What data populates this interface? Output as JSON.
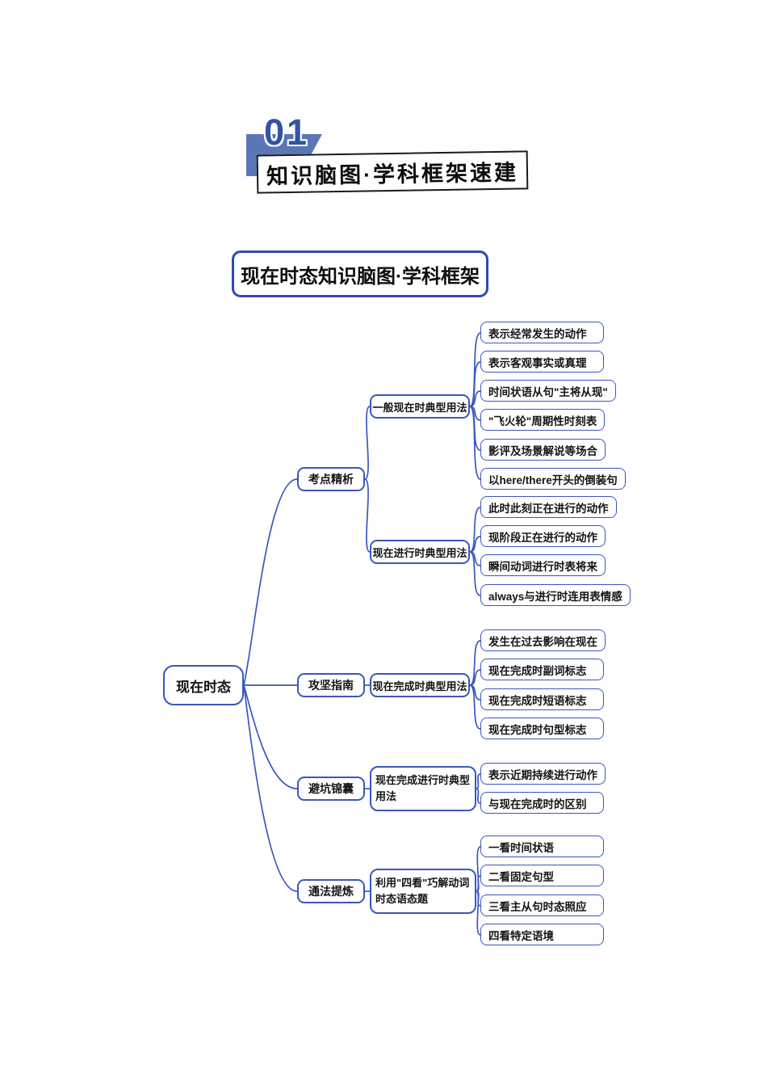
{
  "page": {
    "section_number": "01",
    "section_title": "知识脑图·学科框架速建",
    "map_title": "现在时态知识脑图·学科框架"
  },
  "colors": {
    "node_border_blue": "#3A57BE",
    "title_border_blue": "#2F49B5",
    "banner_blue": "#5B76B5",
    "section_number_blue": "#33549F",
    "text_color": "#111111",
    "background": "#FFFFFF"
  },
  "mindmap": {
    "root": "现在时态",
    "branches": [
      {
        "label": "考点精析",
        "children": [
          {
            "label": "一般现在时典型用法",
            "leaves": [
              "表示经常发生的动作",
              "表示客观事实或真理",
              "时间状语从句\"主将从现\"",
              "\"飞火轮\"周期性时刻表",
              "影评及场景解说等场合",
              "以here/there开头的倒装句"
            ]
          },
          {
            "label": "现在进行时典型用法",
            "leaves": [
              "此时此刻正在进行的动作",
              "现阶段正在进行的动作",
              "瞬间动词进行时表将来",
              "always与进行时连用表情感"
            ]
          }
        ]
      },
      {
        "label": "攻坚指南",
        "children": [
          {
            "label": "现在完成时典型用法",
            "leaves": [
              "发生在过去影响在现在",
              "现在完成时副词标志",
              "现在完成时短语标志",
              "现在完成时句型标志"
            ]
          }
        ]
      },
      {
        "label": "避坑锦囊",
        "children": [
          {
            "label": "现在完成进行时典型用法",
            "leaves": [
              "表示近期持续进行动作",
              "与现在完成时的区别"
            ]
          }
        ]
      },
      {
        "label": "通法提炼",
        "children": [
          {
            "label": "利用\"四看\"巧解动词时态语态题",
            "leaves": [
              "一看时间状语",
              "二看固定句型",
              "三看主从句时态照应",
              "四看特定语境"
            ]
          }
        ]
      }
    ]
  }
}
